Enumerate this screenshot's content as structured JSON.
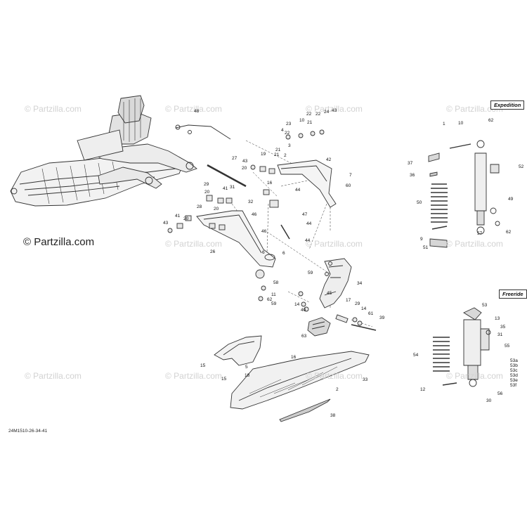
{
  "watermark": "© Partzilla.com",
  "diagram_id": "24M1510-26-34-41",
  "variants": {
    "expedition": "Expedition",
    "freeride": "Freeride"
  },
  "callouts": [
    "48",
    "22",
    "10",
    "21",
    "22",
    "24",
    "43",
    "4",
    "23",
    "21",
    "3",
    "22",
    "1",
    "10",
    "62",
    "27",
    "43",
    "20",
    "19",
    "21",
    "2",
    "42",
    "7",
    "37",
    "52",
    "60",
    "16",
    "44",
    "36",
    "29",
    "41",
    "20",
    "31",
    "32",
    "28",
    "20",
    "46",
    "26",
    "6",
    "58",
    "47",
    "44",
    "50",
    "49",
    "9",
    "43",
    "41",
    "20",
    "46",
    "44",
    "6",
    "51",
    "57",
    "62",
    "59",
    "11",
    "59",
    "62",
    "14",
    "40",
    "45",
    "17",
    "29",
    "14",
    "61",
    "39",
    "34",
    "63",
    "53",
    "13",
    "35",
    "55",
    "31",
    "54",
    "15",
    "5",
    "16",
    "53a",
    "53b",
    "53c",
    "53d",
    "53e",
    "53f",
    "18",
    "15",
    "2",
    "33",
    "12",
    "56",
    "30",
    "38"
  ]
}
